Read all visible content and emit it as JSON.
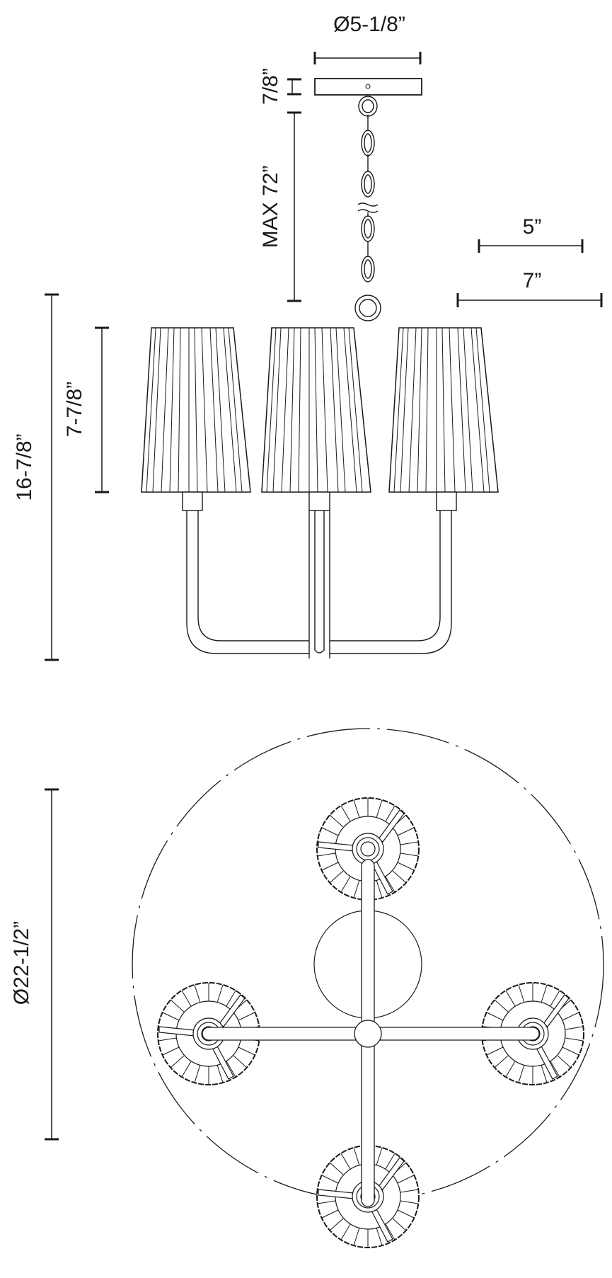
{
  "drawing": {
    "title": "Chandelier dimension drawing",
    "views": [
      "elevation",
      "plan"
    ],
    "stroke_color": "#1a1a1a",
    "background": "#ffffff"
  },
  "elevation": {
    "canopy_diameter": "Ø5-1/8”",
    "canopy_height": "7/8”",
    "chain_length": "MAX 72”",
    "shade_top_diameter": "5”",
    "shade_bottom_diameter": "7”",
    "shade_height": "7-7/8”",
    "fixture_height": "16-7/8”",
    "shade_count_visible": 3
  },
  "plan": {
    "overall_diameter": "Ø22-1/2”",
    "shade_count": 4,
    "arm_layout": "cross"
  }
}
